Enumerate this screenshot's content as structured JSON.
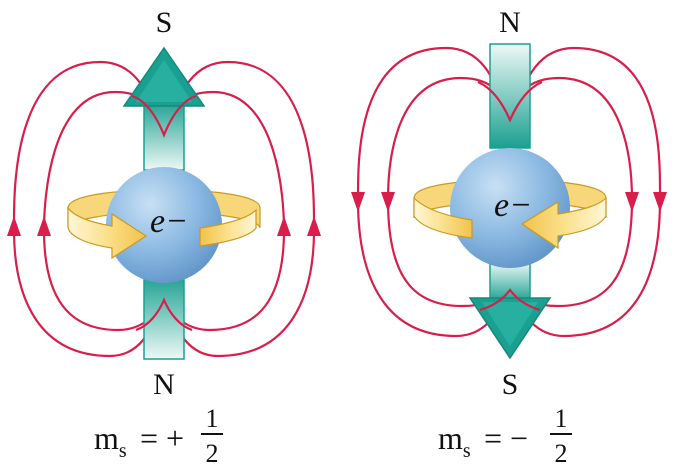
{
  "colors": {
    "field_line": "#d81e4a",
    "arrow_teal_dark": "#1aa090",
    "arrow_teal_light": "#e8f6f3",
    "sphere_light": "#c8e0f4",
    "sphere_dark": "#5d92c6",
    "spin_arrow_light": "#fff4c8",
    "spin_arrow_dark": "#f2c24a",
    "spin_arrow_stroke": "#c99a22"
  },
  "left": {
    "top_pole": "S",
    "bottom_pole": "N",
    "electron_label": "e−",
    "ms_symbol": "m",
    "ms_subscript": "s",
    "ms_sign": "= +",
    "ms_numerator": "1",
    "ms_denominator": "2",
    "field_direction": "up",
    "moment_direction": "up",
    "spin_direction": "counterclockwise-front-right"
  },
  "right": {
    "top_pole": "N",
    "bottom_pole": "S",
    "electron_label": "e−",
    "ms_symbol": "m",
    "ms_subscript": "s",
    "ms_sign": "= −",
    "ms_numerator": "1",
    "ms_denominator": "2",
    "field_direction": "down",
    "moment_direction": "down",
    "spin_direction": "clockwise-front-left"
  }
}
